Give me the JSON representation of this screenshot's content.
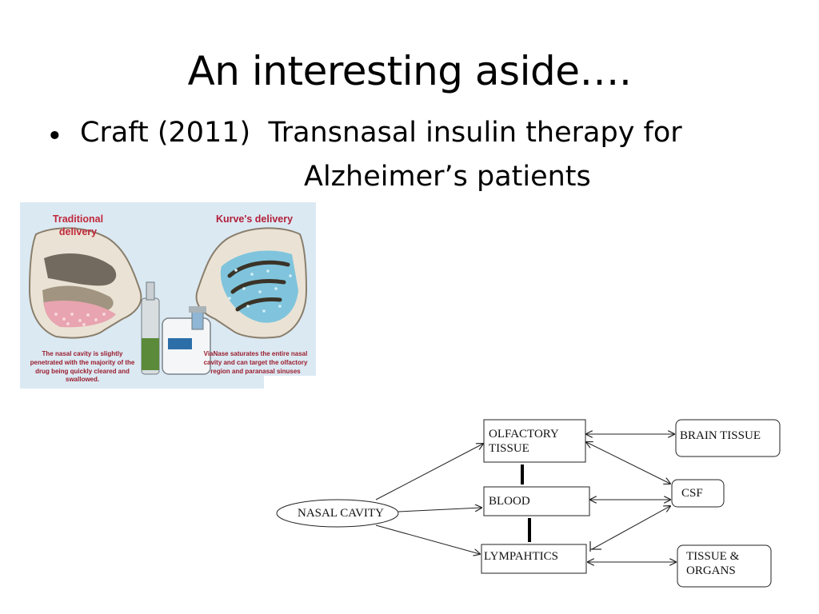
{
  "slide": {
    "title": "An interesting aside….",
    "bullet": {
      "marker": "•",
      "line1": "Craft (2011)  Transnasal insulin therapy for",
      "line2": "Alzheimer’s patients"
    }
  },
  "nasal_figure": {
    "left_label": "Traditional delivery",
    "right_label": "Kurve's delivery",
    "left_caption": "The nasal cavity is slightly penetrated with the majority of the drug being quickly cleared and swallowed.",
    "right_caption": "ViaNase saturates the entire nasal cavity and can target the olfactory region and paranasal sinuses",
    "colors": {
      "label_red": "#c0283a",
      "background": "#dbe9f3",
      "drug_left": "#e8a4b0",
      "drug_right": "#7fc4dc"
    }
  },
  "diagram": {
    "nodes": {
      "nasal_cavity": "NASAL CAVITY",
      "olfactory": "OLFACTORY\nTISSUE",
      "blood": "BLOOD",
      "lymphatics": "LYMPAHTICS",
      "brain_tissue": "BRAIN TISSUE",
      "csf": "CSF",
      "tissue_organs": "TISSUE &\nORGANS"
    }
  }
}
